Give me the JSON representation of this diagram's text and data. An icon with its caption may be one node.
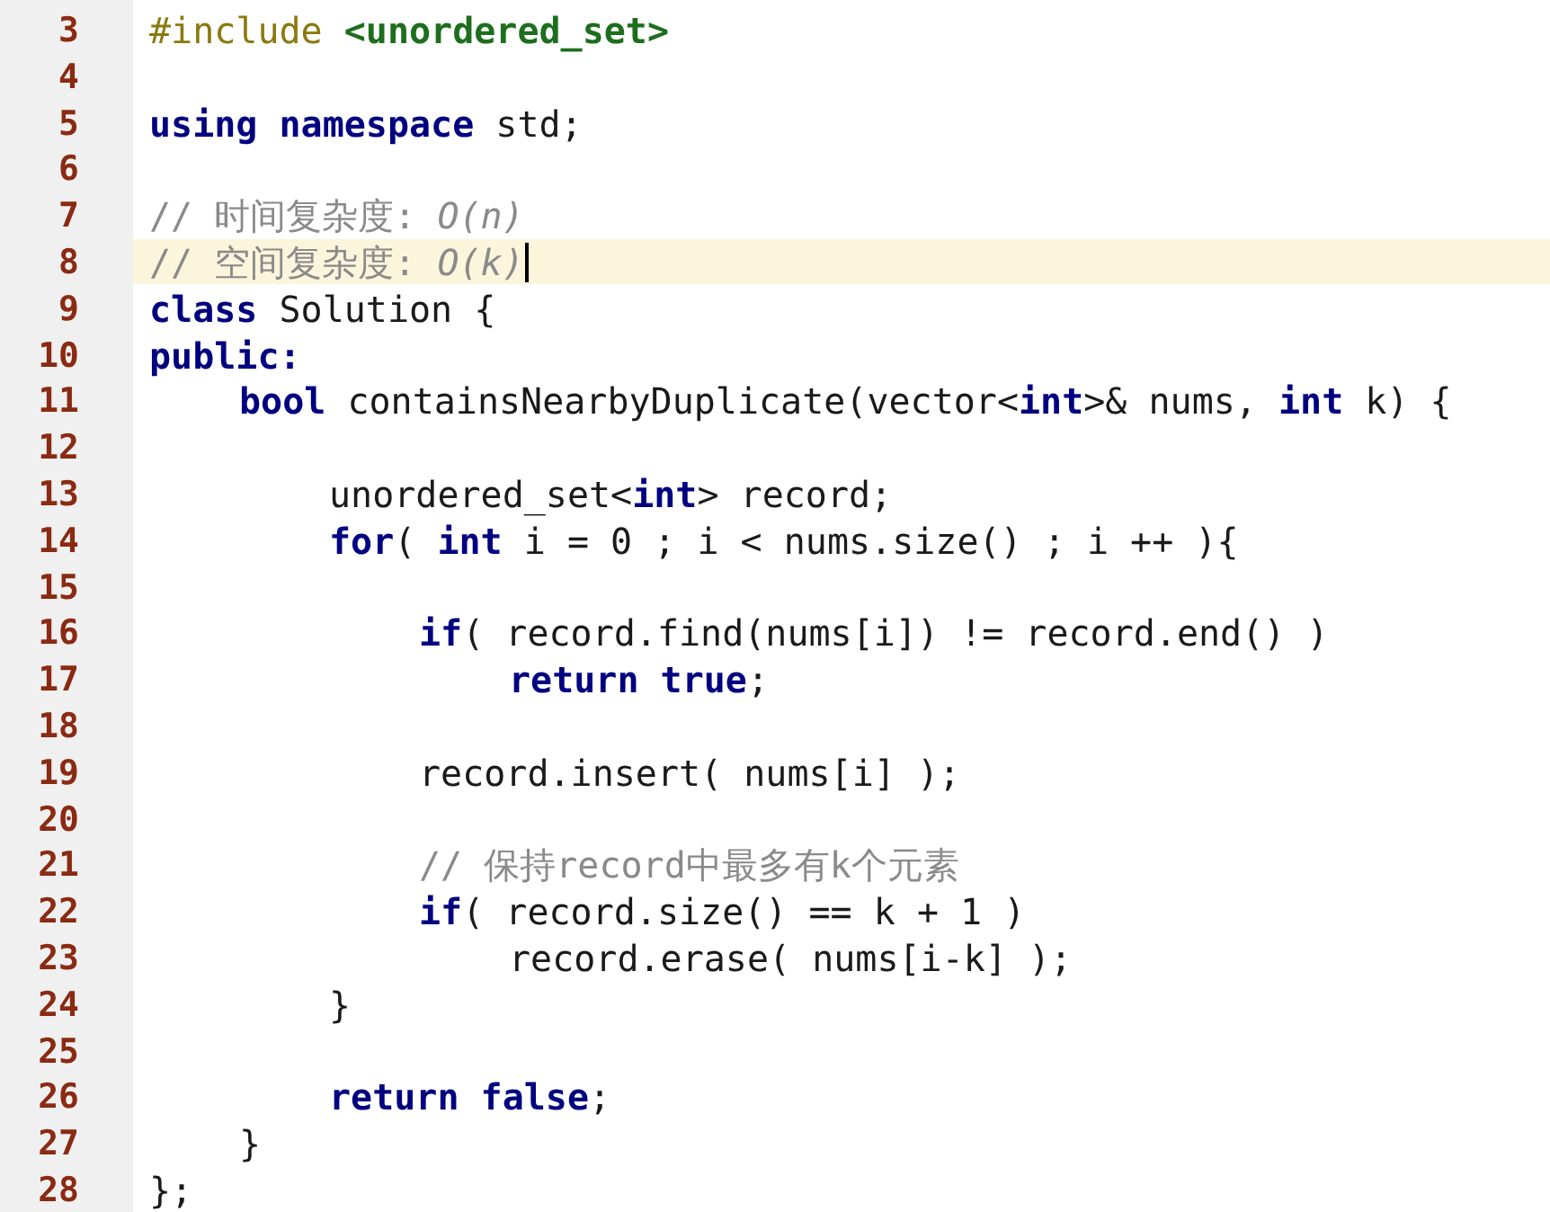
{
  "diagram": {
    "labels": [
      "3",
      "#include **<unordered_set>**",
      "4",
      "5",
      "**using** **namespace** std;",
      "6",
      "7",
      "// 时间复杂度: *O(n)*",
      "8",
      "// 空间复杂度: *O(k)*",
      "9",
      "**class** Solution {",
      "10",
      "**public:**",
      "11",
      "**bool** containsNearbyDuplicate(vector<**int**>& nums, **int** k) {",
      "12",
      "13",
      "unordered_set<**int**> record;",
      "14",
      "**for**( **int** i = 0 ; i < nums.size() ; i ++ ){",
      "15",
      "16",
      "**if**( record.find(nums[i]) != record.end() )",
      "17",
      "**return** **true**;",
      "18",
      "19",
      "record.insert( nums[i] );",
      "20",
      "21",
      "// 保持record中最多有k个元素",
      "22",
      "**if**( record.size() == k + 1 )",
      "23",
      "record.erase( nums[i-k] );",
      "24",
      "}",
      "25",
      "26",
      "**return** **false**;",
      "27",
      "}",
      "28",
      "};"
    ]
  }
}
